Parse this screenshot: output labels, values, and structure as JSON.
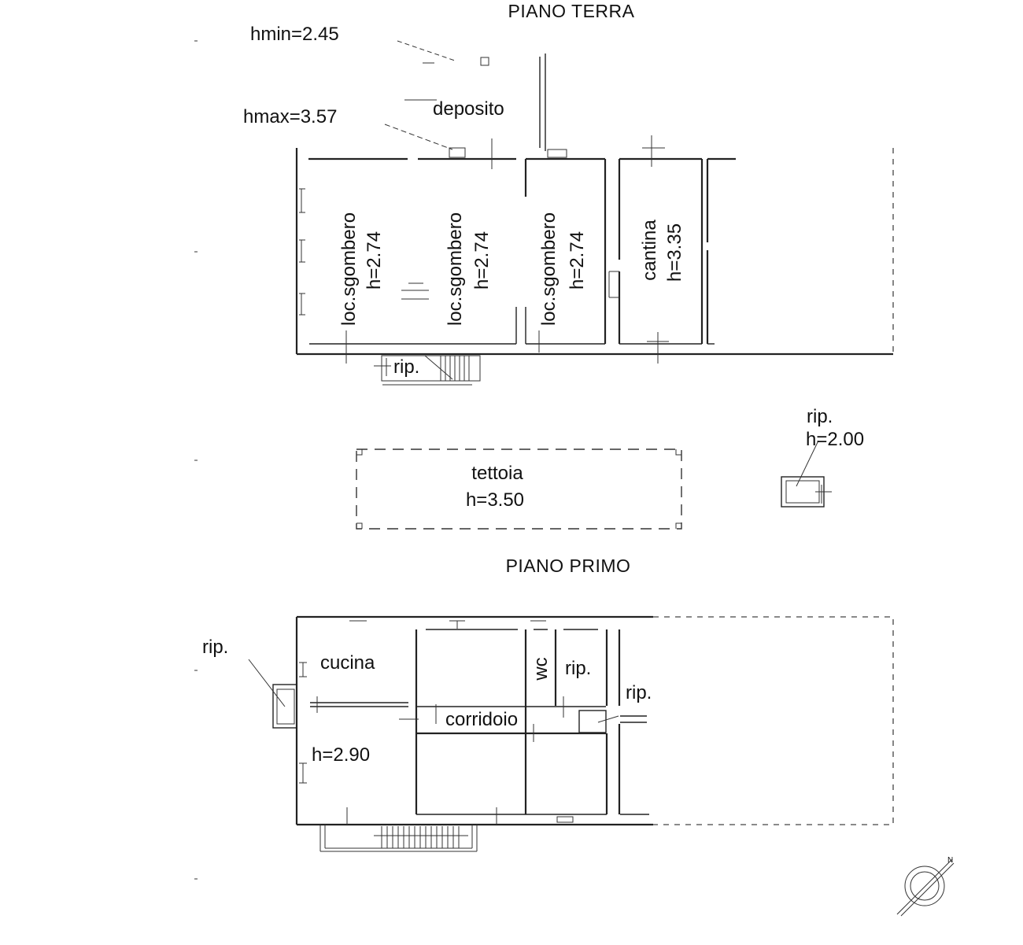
{
  "titles": {
    "ground_floor": "PIANO TERRA",
    "first_floor": "PIANO PRIMO"
  },
  "ground_floor": {
    "hmin": "hmin=2.45",
    "hmax": "hmax=3.57",
    "deposito": "deposito",
    "room1": {
      "name": "loc.sgombero",
      "height": "h=2.74"
    },
    "room2": {
      "name": "loc.sgombero",
      "height": "h=2.74"
    },
    "room3": {
      "name": "loc.sgombero",
      "height": "h=2.74"
    },
    "cantina": {
      "name": "cantina",
      "height": "h=3.35"
    },
    "rip_stair": "rip.",
    "tettoia": {
      "name": "tettoia",
      "height": "h=3.50"
    },
    "rip_external": {
      "name": "rip.",
      "height": "h=2.00"
    }
  },
  "first_floor": {
    "rip_left": "rip.",
    "cucina": "cucina",
    "cucina_height": "h=2.90",
    "wc": "wc",
    "rip_center": "rip.",
    "rip_right": "rip.",
    "corridoio": "corridoio"
  },
  "compass": {
    "north": "N"
  }
}
